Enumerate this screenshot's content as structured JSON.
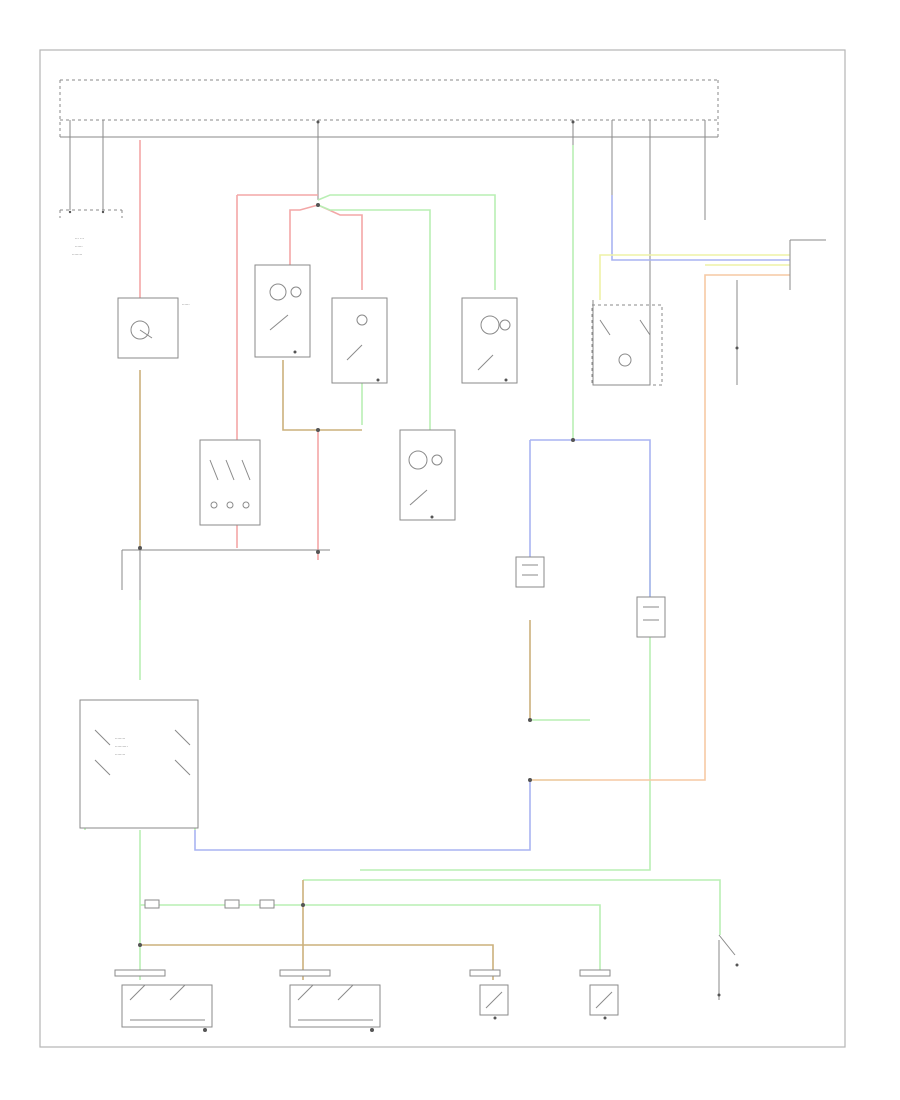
{
  "colors": {
    "red": "#f3a7a7",
    "green": "#b9efb4",
    "blue": "#a9b4f2",
    "yellow": "#eef2a6",
    "orange": "#f6c9a4",
    "tan": "#cbb07c",
    "black": "#8a8a8a",
    "frame": "#b5b5b5"
  },
  "components": [
    {
      "id": "underhood-fuse-relay-box",
      "icon": "fuse-box-icon"
    },
    {
      "id": "combination-meter",
      "icon": "gauge-icon"
    },
    {
      "id": "rear-seat-lamp",
      "icon": "lamp-icon"
    },
    {
      "id": "license-lamp",
      "icon": "lamp-icon"
    },
    {
      "id": "spotlight",
      "icon": "lamp-icon"
    },
    {
      "id": "left-door-lamp",
      "icon": "lamp-icon"
    },
    {
      "id": "passenger-switch",
      "icon": "switch-icon"
    },
    {
      "id": "keyless-module",
      "icon": "relay-icon"
    },
    {
      "id": "left-courtesy-light",
      "icon": "lamp-icon"
    },
    {
      "id": "right-courtesy-light",
      "icon": "lamp-icon"
    },
    {
      "id": "door-lock-switch-left",
      "icon": "switch-icon"
    },
    {
      "id": "door-lock-switch-right",
      "icon": "switch-icon"
    },
    {
      "id": "left-door-switch",
      "icon": "switch-icon"
    },
    {
      "id": "right-door-switch",
      "icon": "switch-icon"
    },
    {
      "id": "trunk-switch",
      "icon": "switch-icon"
    },
    {
      "id": "ignition-switch-light",
      "icon": "lamp-icon"
    }
  ]
}
